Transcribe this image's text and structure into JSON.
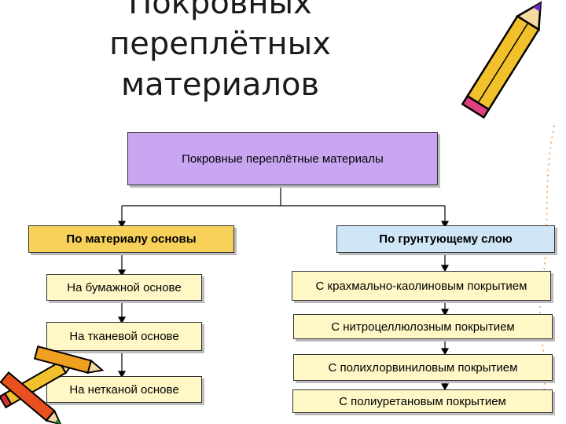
{
  "title": "Покровных\nпереплётных\nматериалов",
  "root": {
    "label": "Покровные переплётные материалы",
    "color": "#c9a6f2"
  },
  "branches": [
    {
      "label": "По материалу основы",
      "color": "#f7d15a",
      "items": [
        "На бумажной основе",
        "На тканевой основе",
        "На нетканой основе"
      ]
    },
    {
      "label": "По грунтующему слою",
      "color": "#cfe6f7",
      "items": [
        "С крахмально-каолиновым покрытием",
        "С нитроцеллюлозным покрытием",
        "С полихлорвиниловым покрытием",
        "С полиуретановым покрытием"
      ]
    }
  ],
  "item_color": "#fff8c6"
}
